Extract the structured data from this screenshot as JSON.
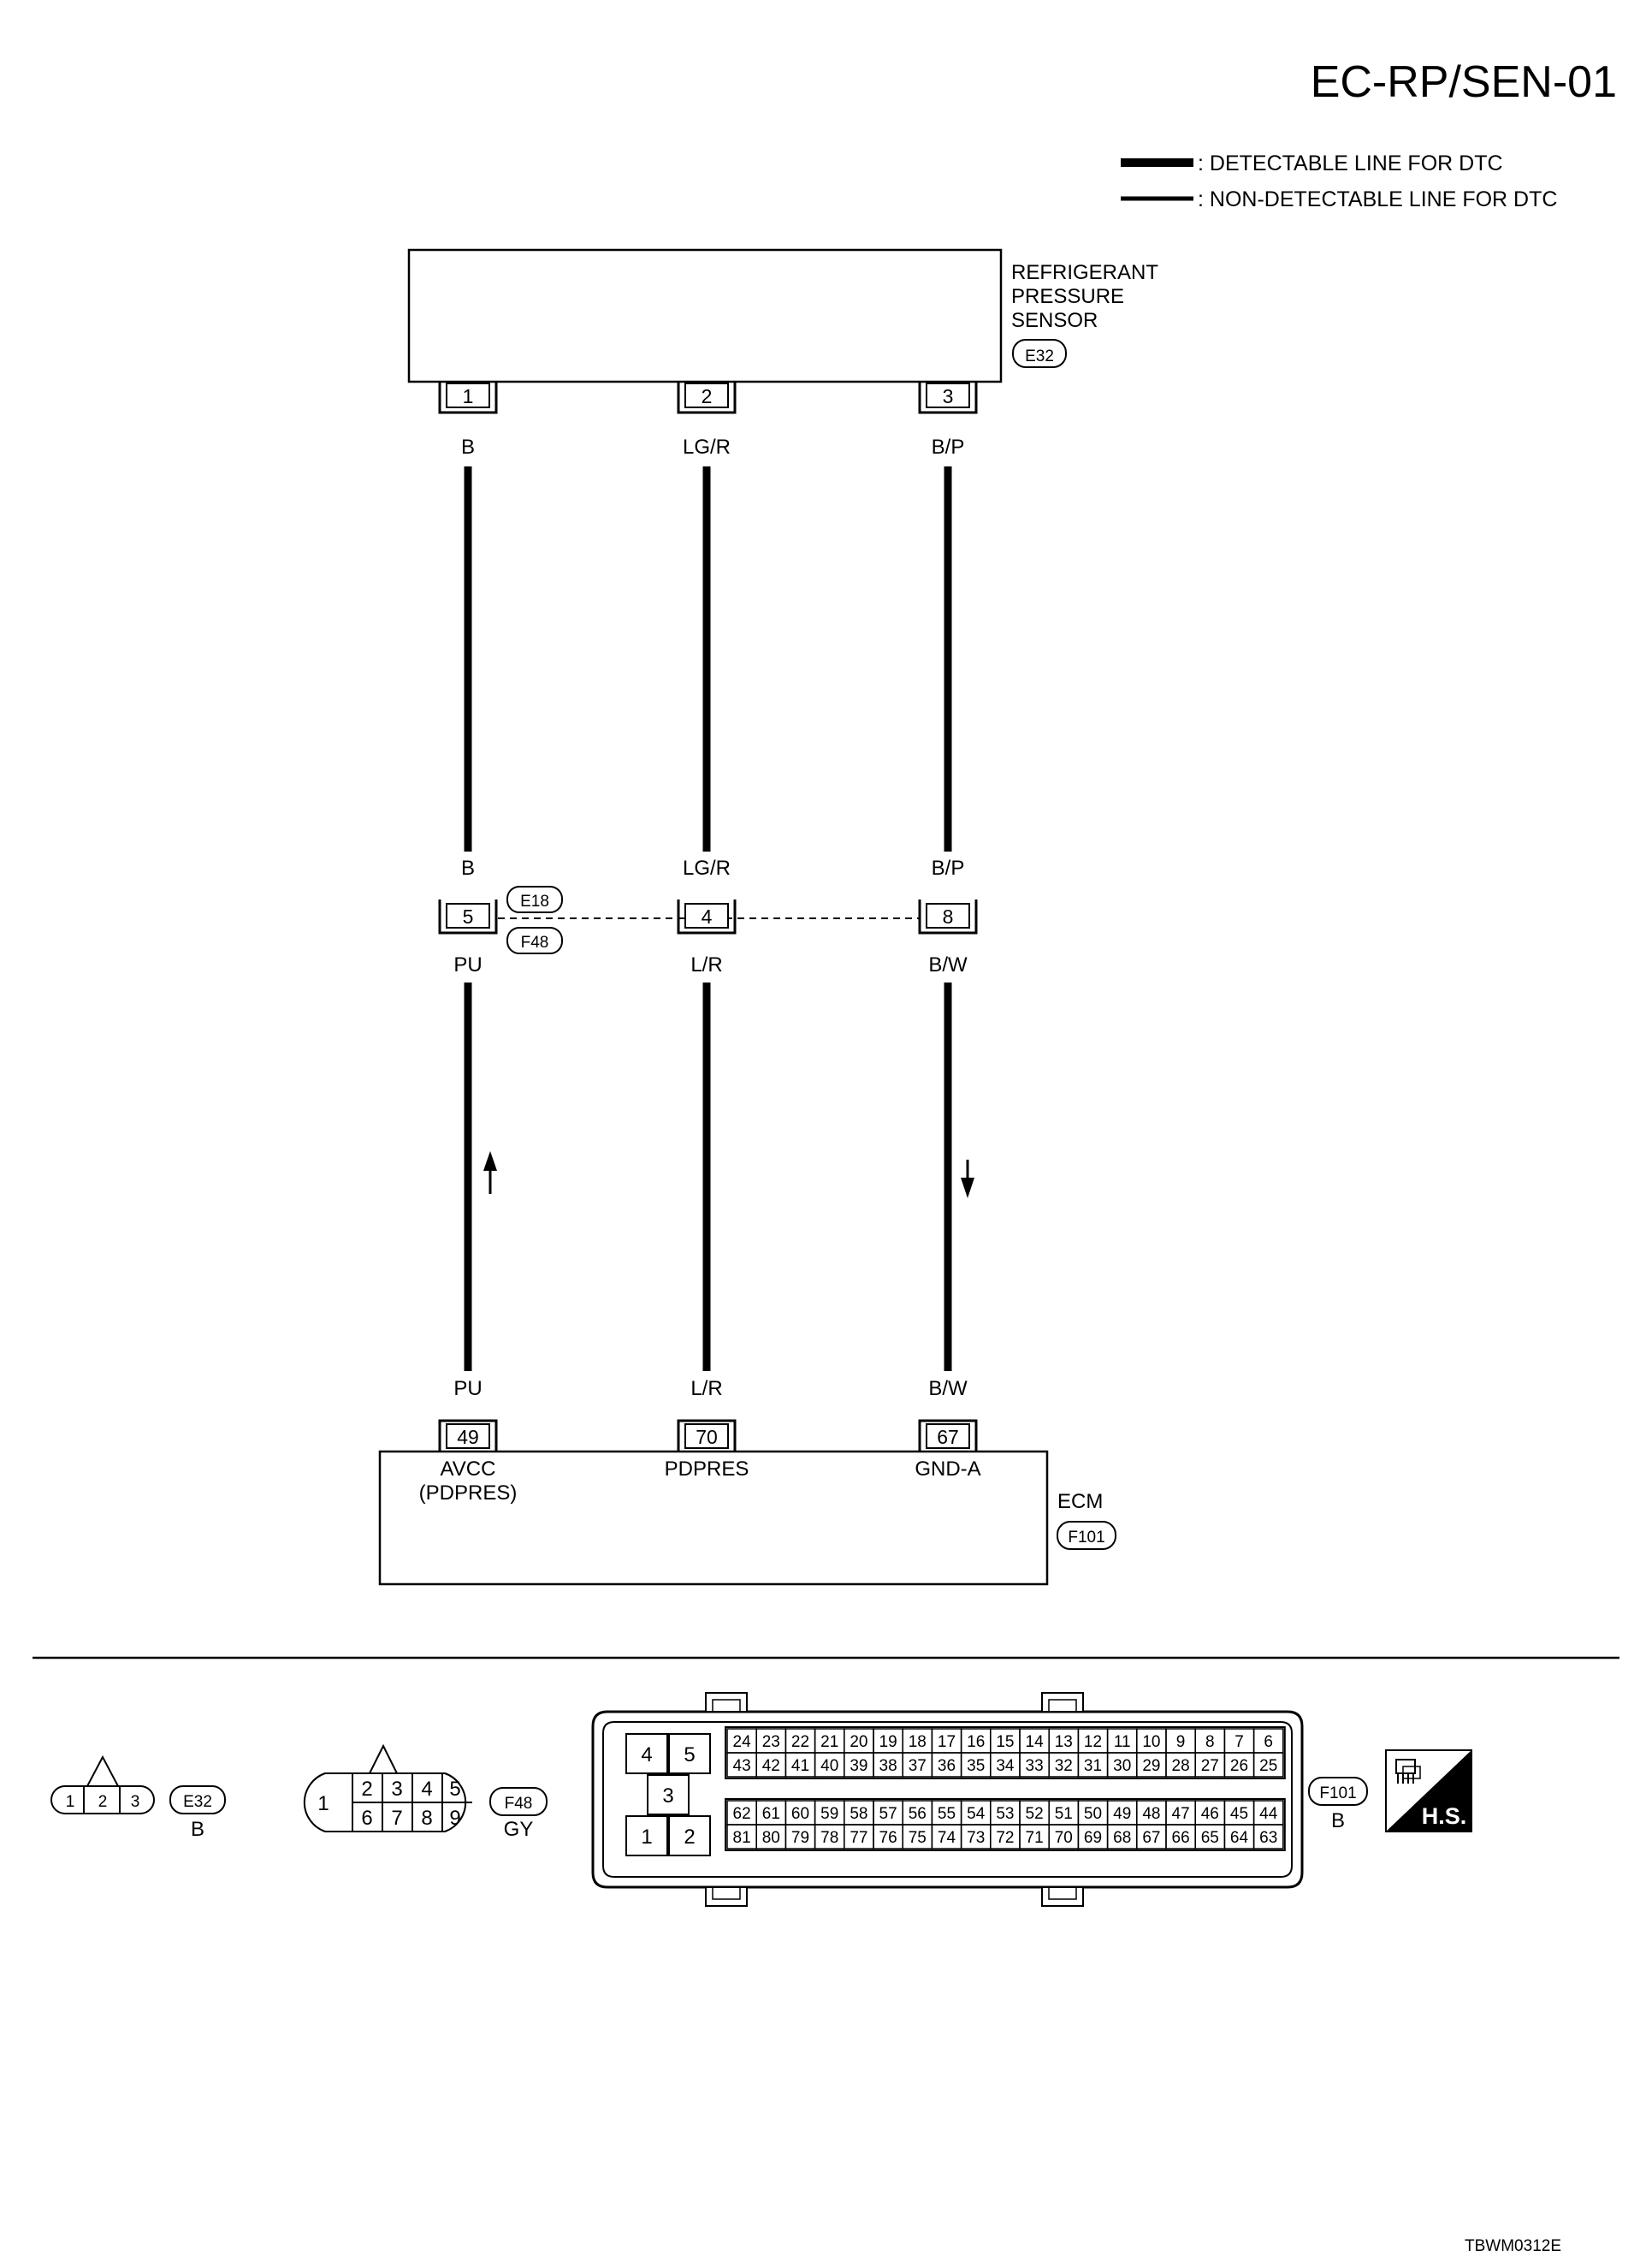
{
  "title": "EC-RP/SEN-01",
  "legend": [
    {
      "style": "thick",
      "text": ": DETECTABLE LINE FOR DTC"
    },
    {
      "style": "thin",
      "text": ": NON-DETECTABLE LINE FOR DTC"
    }
  ],
  "sensor": {
    "name_lines": [
      "REFRIGERANT",
      "PRESSURE",
      "SENSOR"
    ],
    "connector": "E32",
    "pins": [
      "1",
      "2",
      "3"
    ]
  },
  "wires_upper": [
    "B",
    "LG/R",
    "B/P"
  ],
  "junction": {
    "upper_colors": [
      "B",
      "LG/R",
      "B/P"
    ],
    "pins": [
      "5",
      "4",
      "8"
    ],
    "connector_top": "E18",
    "connector_bottom": "F48",
    "lower_colors": [
      "PU",
      "L/R",
      "B/W"
    ]
  },
  "wires_lower": [
    "PU",
    "L/R",
    "B/W"
  ],
  "ecm": {
    "name": "ECM",
    "connector": "F101",
    "pins": [
      "49",
      "70",
      "67"
    ],
    "pin_labels": [
      [
        "AVCC",
        "(PDPRES)"
      ],
      [
        "PDPRES"
      ],
      [
        "GND-A"
      ]
    ]
  },
  "connectors": {
    "e32": {
      "id": "E32",
      "color": "B",
      "pins": [
        "1",
        "2",
        "3"
      ]
    },
    "f48": {
      "id": "F48",
      "color": "GY",
      "big_pin": "1",
      "top_row": [
        "2",
        "3",
        "4",
        "5"
      ],
      "bottom_row": [
        "6",
        "7",
        "8",
        "9"
      ]
    },
    "f101": {
      "id": "F101",
      "color": "B",
      "left_block_top": [
        "4",
        "5"
      ],
      "left_block_middle": "3",
      "left_block_bottom": [
        "1",
        "2"
      ],
      "upper_row1": [
        "24",
        "23",
        "22",
        "21",
        "20",
        "19",
        "18",
        "17",
        "16",
        "15",
        "14",
        "13",
        "12",
        "11",
        "10",
        "9",
        "8",
        "7",
        "6"
      ],
      "upper_row2": [
        "43",
        "42",
        "41",
        "40",
        "39",
        "38",
        "37",
        "36",
        "35",
        "34",
        "33",
        "32",
        "31",
        "30",
        "29",
        "28",
        "27",
        "26",
        "25"
      ],
      "lower_row1": [
        "62",
        "61",
        "60",
        "59",
        "58",
        "57",
        "56",
        "55",
        "54",
        "53",
        "52",
        "51",
        "50",
        "49",
        "48",
        "47",
        "46",
        "45",
        "44"
      ],
      "lower_row2": [
        "81",
        "80",
        "79",
        "78",
        "77",
        "76",
        "75",
        "74",
        "73",
        "72",
        "71",
        "70",
        "69",
        "68",
        "67",
        "66",
        "65",
        "64",
        "63"
      ]
    }
  },
  "hs_badge": "H.S.",
  "figure_code": "TBWM0312E"
}
